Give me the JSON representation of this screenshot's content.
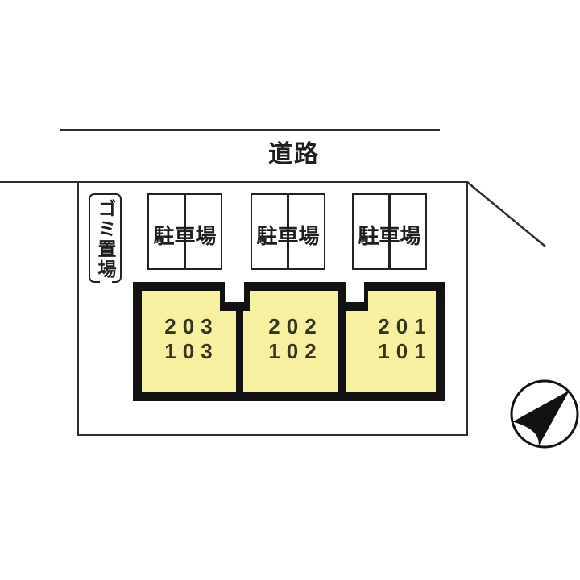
{
  "road": {
    "label": "道路"
  },
  "garbage": {
    "label": "ゴミ置場"
  },
  "parking": {
    "lots": [
      {
        "label": "駐車場"
      },
      {
        "label": "駐車場"
      },
      {
        "label": "駐車場"
      }
    ]
  },
  "building": {
    "fill_color": "#f6f0a0",
    "wall_color": "#121212",
    "units": [
      {
        "upper": "203",
        "lower": "103"
      },
      {
        "upper": "202",
        "lower": "102"
      },
      {
        "upper": "201",
        "lower": "101"
      }
    ]
  },
  "icons": {
    "compass": "north-arrow-icon"
  }
}
